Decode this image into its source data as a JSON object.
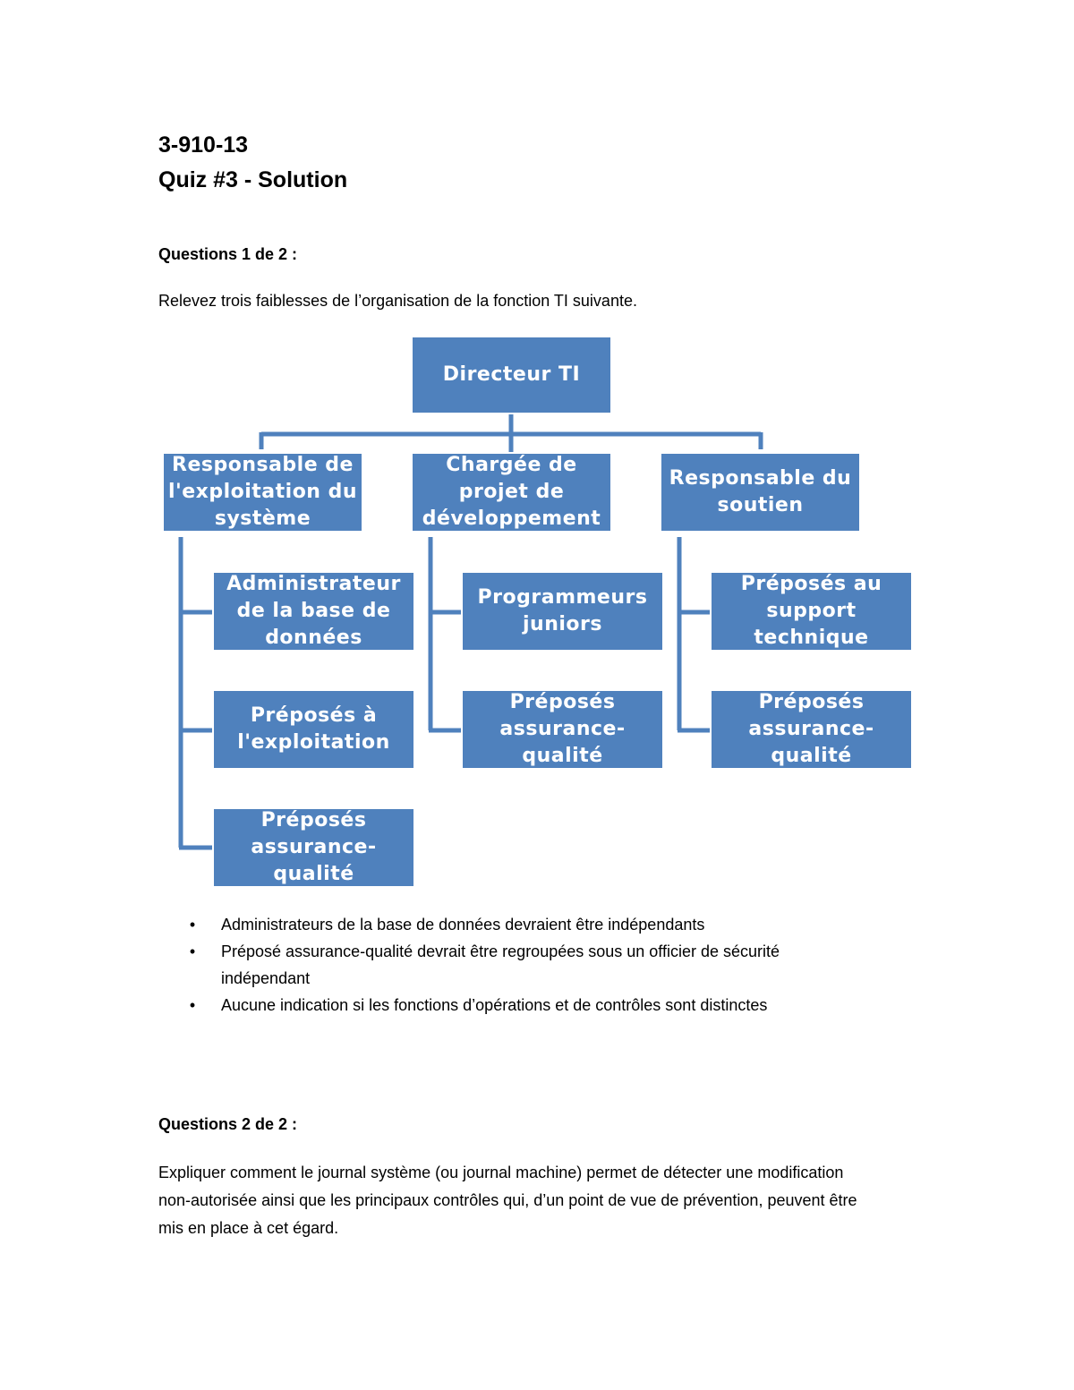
{
  "header": {
    "course_code": "3-910-13",
    "quiz_title": "Quiz #3 - Solution"
  },
  "question1": {
    "heading": "Questions 1 de 2 :",
    "prompt": "Relevez trois faiblesses de l’organisation de la fonction TI suivante.",
    "org_chart": {
      "root": "Directeur TI",
      "managers": [
        {
          "title": "Responsable de l'exploitation du système",
          "reports": [
            "Administrateur de la base de données",
            "Préposés à l'exploitation",
            "Préposés assurance-qualité"
          ]
        },
        {
          "title": "Chargée de projet de développement",
          "reports": [
            "Programmeurs juniors",
            "Préposés assurance-qualité"
          ]
        },
        {
          "title": "Responsable du soutien",
          "reports": [
            "Préposés au support technique",
            "Préposés assurance-qualité"
          ]
        }
      ],
      "box_color": "#4f81bd",
      "line_color": "#4f81bd"
    },
    "answers": [
      "Administrateurs de la base de données devraient être indépendants",
      "Préposé assurance-qualité devrait être regroupées sous un officier de sécurité indépendant",
      "Aucune indication si les fonctions d’opérations et de contrôles sont distinctes"
    ],
    "bullet_glyph": "•"
  },
  "question2": {
    "heading": "Questions 2 de 2 :",
    "prompt": "Expliquer comment le journal système (ou journal machine) permet de détecter une modification non-autorisée ainsi que les principaux contrôles qui, d’un point de vue de prévention, peuvent être mis en place à cet égard."
  }
}
